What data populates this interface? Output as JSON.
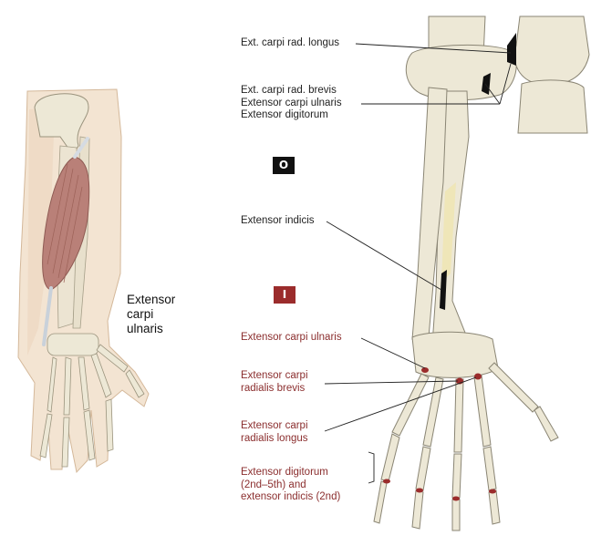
{
  "colors": {
    "skin": "#f3e4d2",
    "skin_shadow": "#e6cdb2",
    "bone": "#ede8d6",
    "bone_stroke": "#8a8574",
    "muscle": "#b98078",
    "origin_mark": "#111111",
    "insertion_mark": "#9b2c2c",
    "insertion_text": "#8b2e2e"
  },
  "muscle_name": [
    "Extensor",
    "carpi",
    "ulnaris"
  ],
  "badges": {
    "origin": "O",
    "insertion": "I"
  },
  "origin_labels": {
    "ext_carpi_rad_longus": "Ext. carpi rad. longus",
    "group": [
      "Ext. carpi rad. brevis",
      "Extensor carpi ulnaris",
      "Extensor digitorum"
    ],
    "extensor_indicis": "Extensor indicis"
  },
  "insertion_labels": {
    "extensor_carpi_ulnaris": "Extensor carpi ulnaris",
    "ecr_brevis": [
      "Extensor carpi",
      "radialis brevis"
    ],
    "ecr_longus": [
      "Extensor carpi",
      "radialis longus"
    ],
    "digitorum_indicis": [
      "Extensor digitorum",
      "(2nd–5th) and",
      "extensor indicis (2nd)"
    ]
  }
}
